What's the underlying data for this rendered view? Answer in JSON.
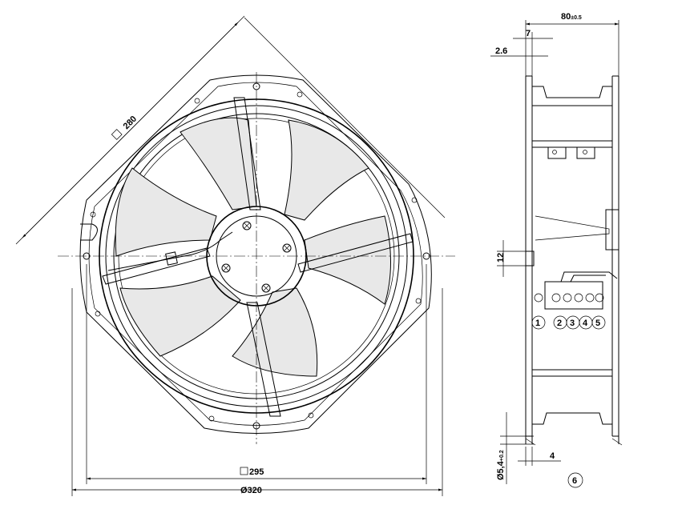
{
  "front_view": {
    "dim_square_diagonal": "280",
    "dim_mount_square": "295",
    "dim_outer_diameter": "Ø320"
  },
  "side_view": {
    "dim_depth": "80",
    "dim_depth_tolerance": "±0.5",
    "dim_flange_width": "7",
    "dim_flange_thickness": "2.6",
    "dim_cable_height": "12",
    "dim_hole_diameter": "Ø5,4",
    "dim_hole_tolerance": "+0.2",
    "dim_hole_offset": "4",
    "terminal_pins": [
      "1",
      "2",
      "3",
      "4",
      "5"
    ],
    "ground_pin": "6"
  },
  "colors": {
    "line": "#000000",
    "blade_fill": "#e8e8e8",
    "background": "#ffffff"
  }
}
